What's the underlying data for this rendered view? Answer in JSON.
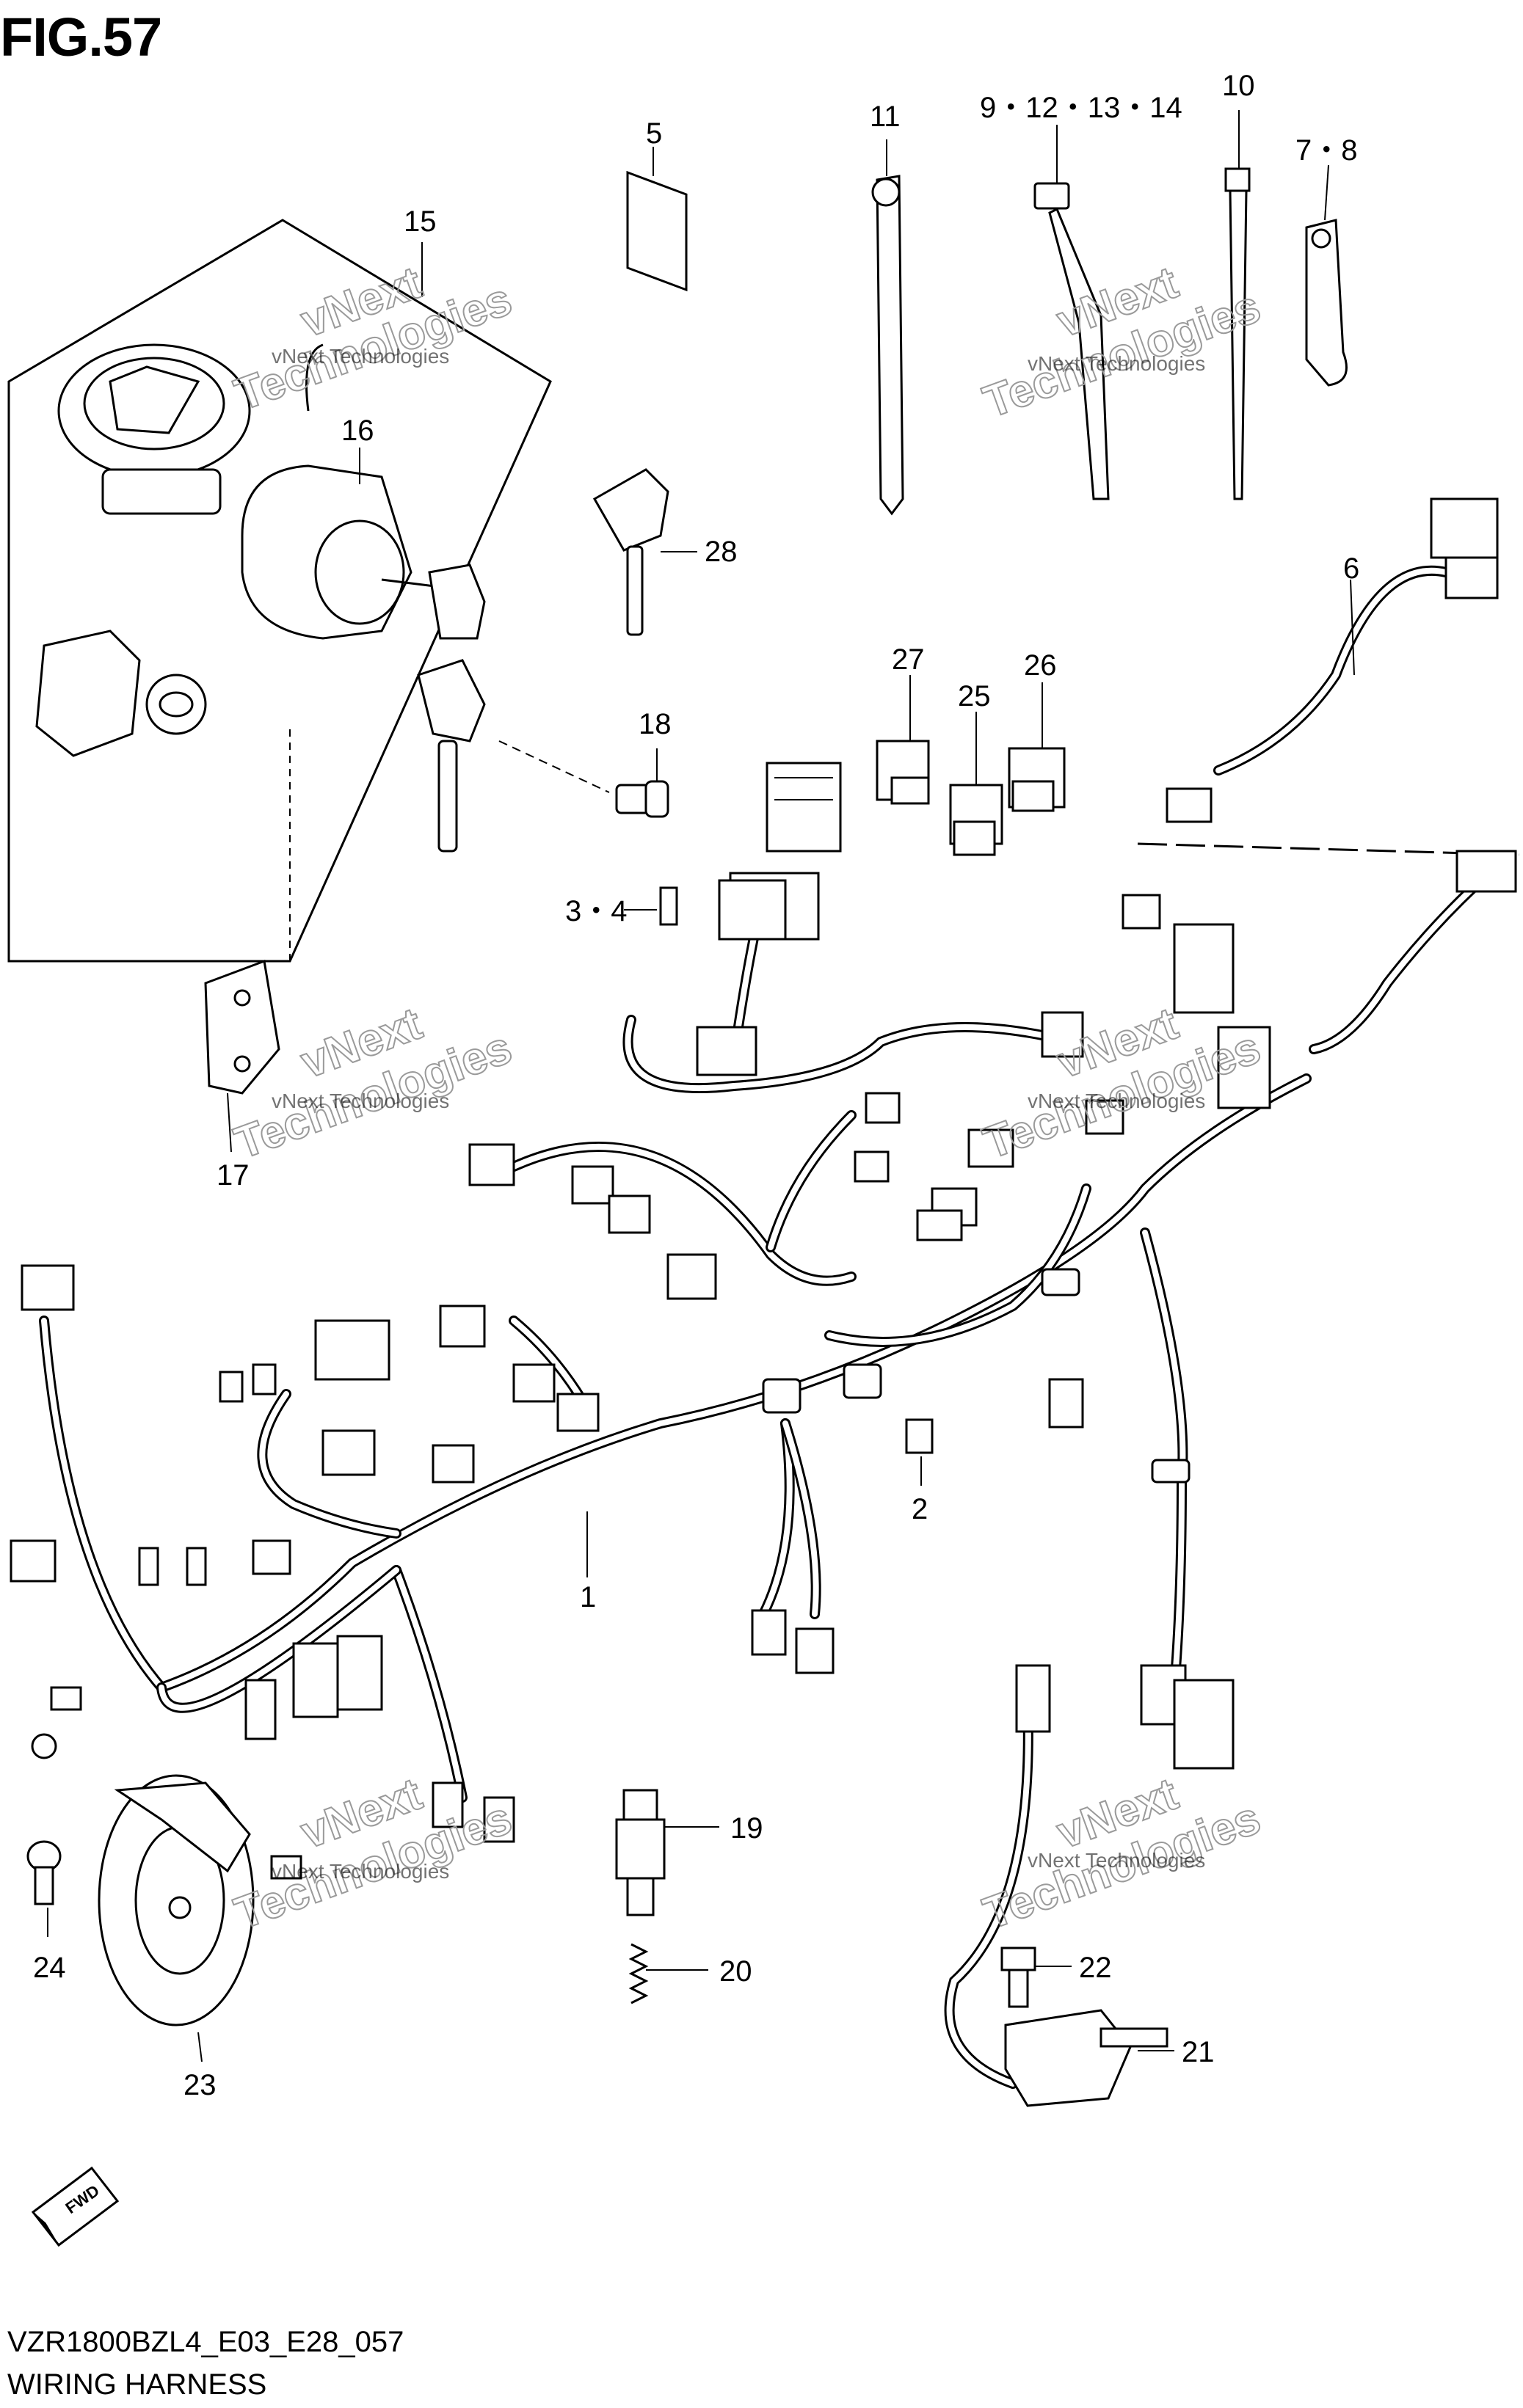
{
  "figure": {
    "title": "FIG.57"
  },
  "callouts": {
    "c1": "1",
    "c2": "2",
    "c3_4": "3・4",
    "c5": "5",
    "c6": "6",
    "c7_8": "7・8",
    "c9_14": "9・12・13・14",
    "c10": "10",
    "c11": "11",
    "c15": "15",
    "c16": "16",
    "c17": "17",
    "c18": "18",
    "c19": "19",
    "c20": "20",
    "c21": "21",
    "c22": "22",
    "c23": "23",
    "c24": "24",
    "c25": "25",
    "c26": "26",
    "c27": "27",
    "c28": "28"
  },
  "watermark": {
    "company": "vNext Technologies",
    "line1": "vNext",
    "line2": "Technologies"
  },
  "direction_badge": "FWD",
  "footer": {
    "code": "VZR1800BZL4_E03_E28_057",
    "caption": "WIRING HARNESS"
  }
}
